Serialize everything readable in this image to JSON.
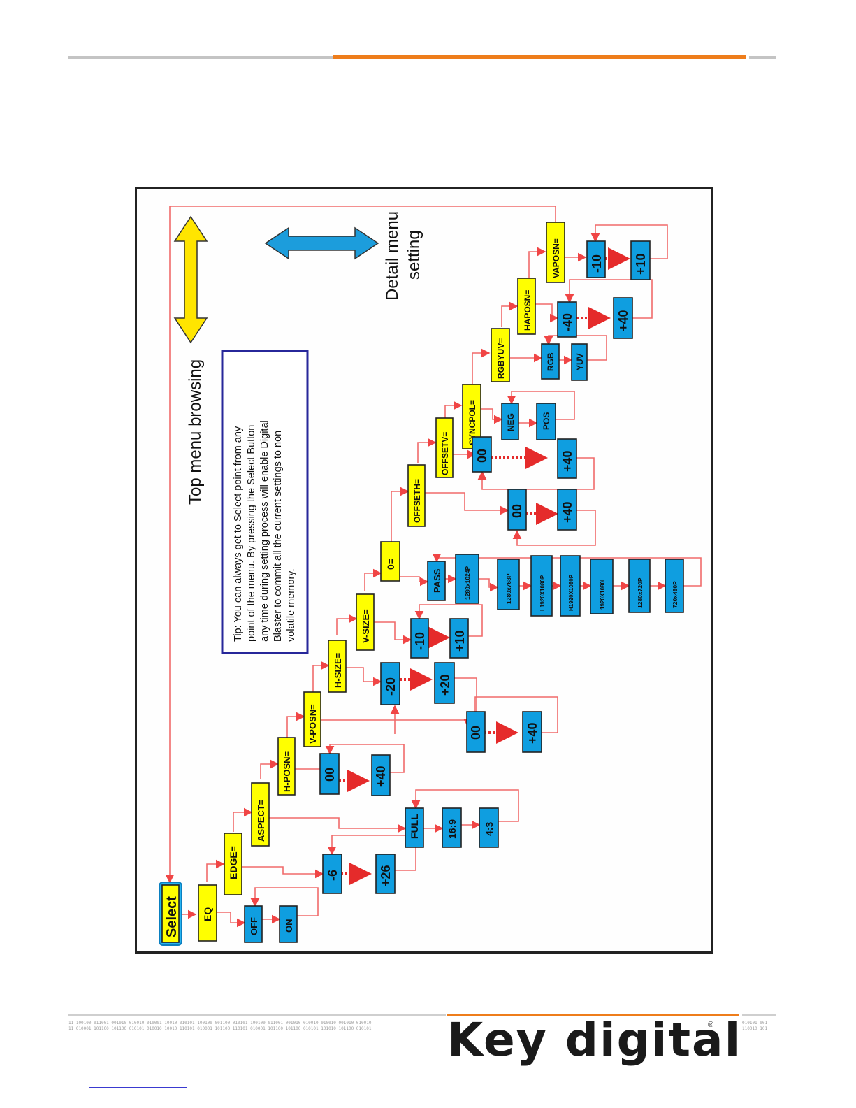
{
  "labels": {
    "top_menu": "Top menu browsing",
    "detail_menu_1": "Detail menu",
    "detail_menu_2": "setting",
    "tip": [
      "Tip: You can always get to Select point from any",
      "point of the menu. By pressing the Select Button",
      "any time during setting process will enable Digital",
      "Blaster  to commit all the current settings to non",
      "volatile memory."
    ]
  },
  "menu_items": {
    "select": "Select",
    "eq": "EQ",
    "edge": "EDGE=",
    "aspect": "ASPECT=",
    "hposn": "H-POSN=",
    "vposn": "V-POSN=",
    "hsize": "H-SIZE=",
    "vsize": "V-SIZE=",
    "zero": "0=",
    "offseth": "OFFSETH=",
    "offsetv": "OFFSETV=",
    "syncpol": "SYNCPOL=",
    "rgbyuv": "RGBYUV=",
    "haposn": "HAPOSN=",
    "vaposn": "VAPOSN="
  },
  "values": {
    "eq_off": "OFF",
    "eq_on": "ON",
    "edge_min": "-6",
    "edge_max": "+26",
    "aspect_full": "FULL",
    "aspect_169": "16:9",
    "aspect_43": "4:3",
    "hposn_min": "00",
    "hposn_max": "+40",
    "vposn_min": "00",
    "vposn_max": "+40",
    "hsize_min": "-20",
    "hsize_max": "+20",
    "vsize_min": "-10",
    "vsize_max": "+10",
    "res_pass": "PASS",
    "res_1": "1280x1024P",
    "res_2": "1280x768P",
    "res_3": "L1920X1080P",
    "res_4": "H1920X1080P",
    "res_5": "1920X1080I",
    "res_6": "1280x720P",
    "res_7": "720x480P",
    "offseth_min": "00",
    "offseth_max": "+40",
    "offsetv_min": "00",
    "offsetv_max": "+40",
    "sync_neg": "NEG",
    "sync_pos": "POS",
    "color_rgb": "RGB",
    "color_yuv": "YUV",
    "haposn_min": "-40",
    "haposn_max": "+40",
    "vaposn_min": "-10",
    "vaposn_max": "+10"
  },
  "footer": {
    "binary_line_1": "11 100100 011001 001010 010010 010001 10010 010101 100100 001100 010101 100100 011001 001010 010010 010010 001010 010010",
    "binary_line_2": "11 010001 101100 101100 010101 010010 10010 110101 010001 101100 110101 010001 101100 101100 010101 101010 101100 010101",
    "binary_right_1": "010101 001",
    "binary_right_2": "110010 101",
    "logo": "Key digital",
    "reg_mark": "®"
  },
  "colors": {
    "menu_box": "#ffff00",
    "value_box": "#0f9ee0",
    "arrow": "#f06a6a",
    "top_arrow": "#ffe500",
    "detail_arrow": "#1c9ddc",
    "tip_border": "#27279a",
    "header_rule": "#ee7d1b"
  }
}
